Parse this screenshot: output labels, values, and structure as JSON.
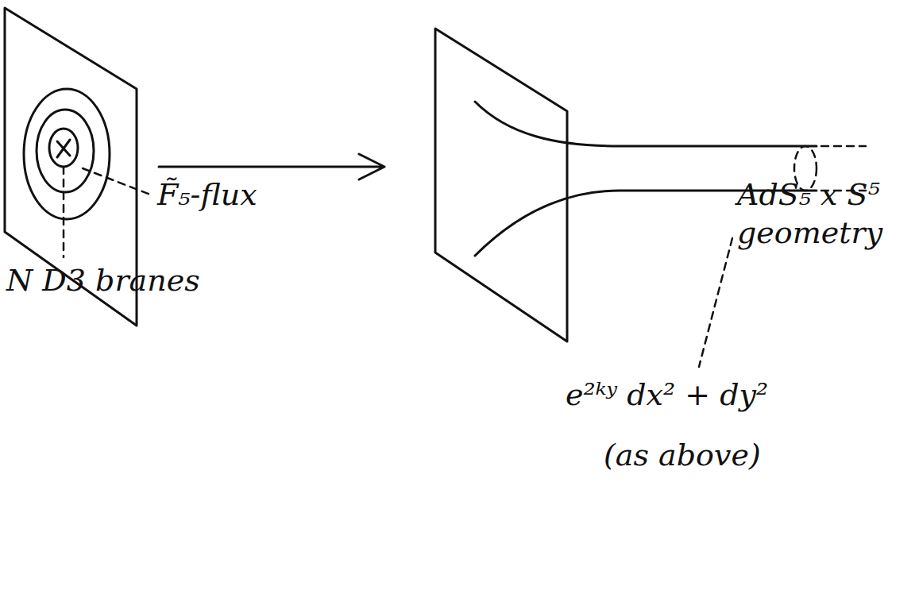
{
  "diagram": {
    "labels": [
      "F̃₅-flux",
      "N D3 branes",
      "AdS₅ x S⁵ geometry",
      "e²ᵏʸ dx² + dy²",
      "(as above)"
    ]
  }
}
